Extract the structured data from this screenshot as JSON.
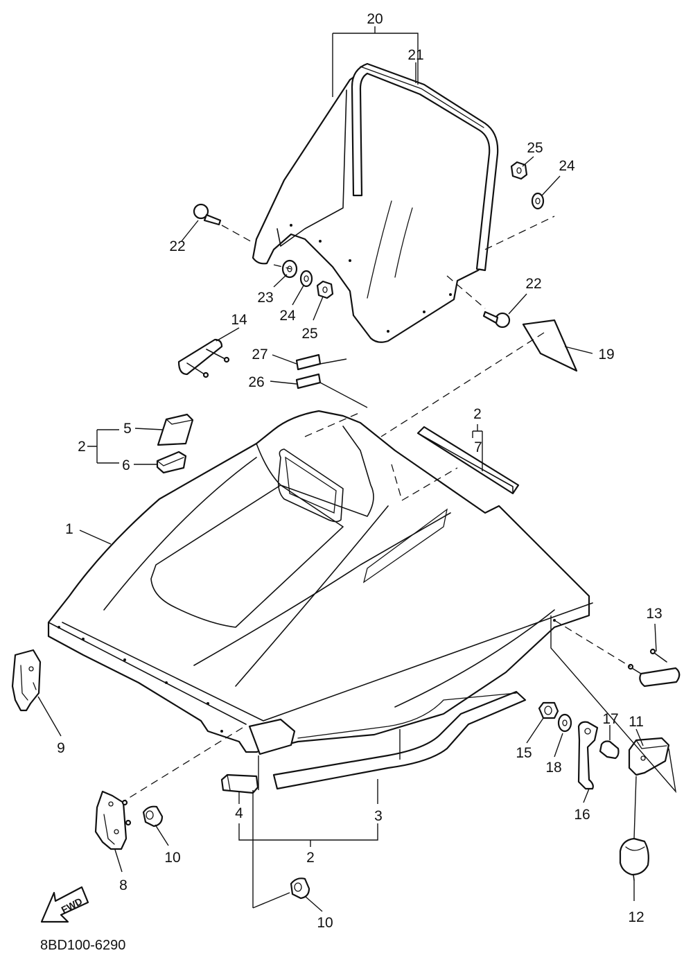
{
  "diagram": {
    "drawing_code": "8BD100-6290",
    "direction_label": "FWD",
    "callouts": {
      "c1": "1",
      "c2_top": "2",
      "c2_left": "2",
      "c2_bottom": "2",
      "c3": "3",
      "c4": "4",
      "c5": "5",
      "c6": "6",
      "c7": "7",
      "c8": "8",
      "c9": "9",
      "c10_a": "10",
      "c10_b": "10",
      "c11": "11",
      "c12": "12",
      "c13": "13",
      "c14": "14",
      "c15": "15",
      "c16": "16",
      "c17": "17",
      "c18": "18",
      "c19": "19",
      "c20": "20",
      "c21": "21",
      "c22_a": "22",
      "c22_b": "22",
      "c23": "23",
      "c24_a": "24",
      "c24_b": "24",
      "c25_a": "25",
      "c25_b": "25",
      "c26": "26",
      "c27": "27"
    }
  }
}
